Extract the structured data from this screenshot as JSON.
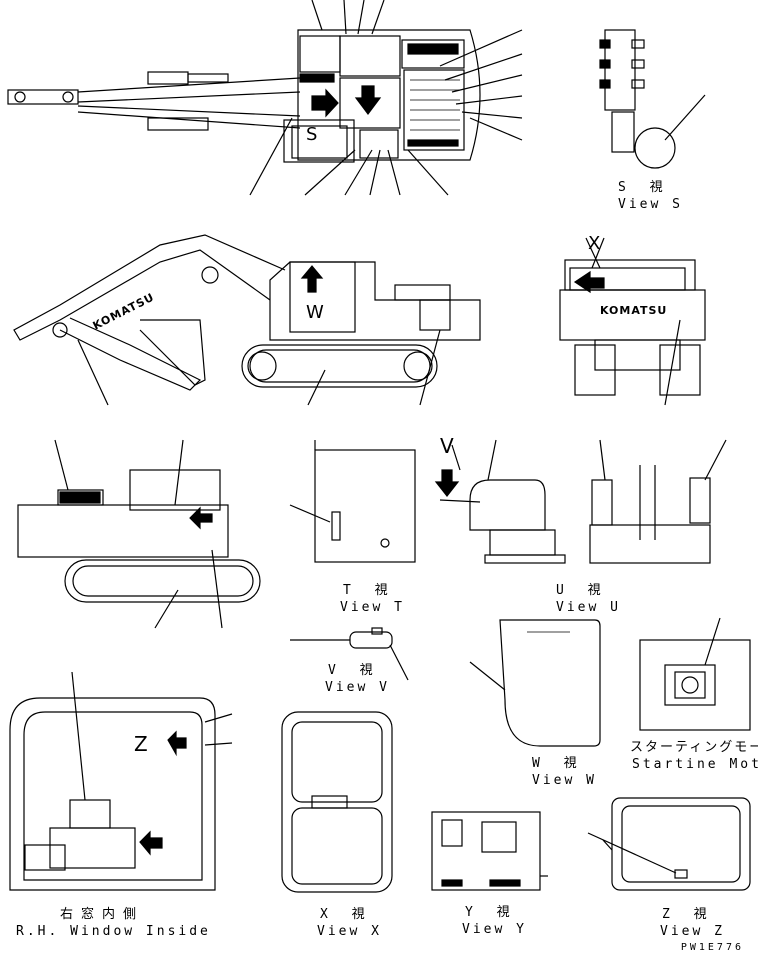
{
  "views": {
    "s": {
      "jp": "S 視",
      "en": "View S"
    },
    "t": {
      "jp": "T 視",
      "en": "View T"
    },
    "u": {
      "jp": "U 視",
      "en": "View U"
    },
    "v": {
      "jp": "V 視",
      "en": "View V"
    },
    "w": {
      "jp": "W 視",
      "en": "View W"
    },
    "x": {
      "jp": "X 視",
      "en": "View X"
    },
    "y": {
      "jp": "Y 視",
      "en": "View Y"
    },
    "z": {
      "jp": "Z 視",
      "en": "View Z"
    },
    "starting_motor": {
      "jp": "スターティングモータ",
      "en": "Startine Motor"
    },
    "rh_window": {
      "jp": "右窓内側",
      "en": "R.H. Window Inside"
    }
  },
  "markers": {
    "v": "V",
    "w": "W",
    "x": "X",
    "z": "Z",
    "s": "S"
  },
  "brand": "KOMATSU",
  "drawing_code": "PW1E776"
}
